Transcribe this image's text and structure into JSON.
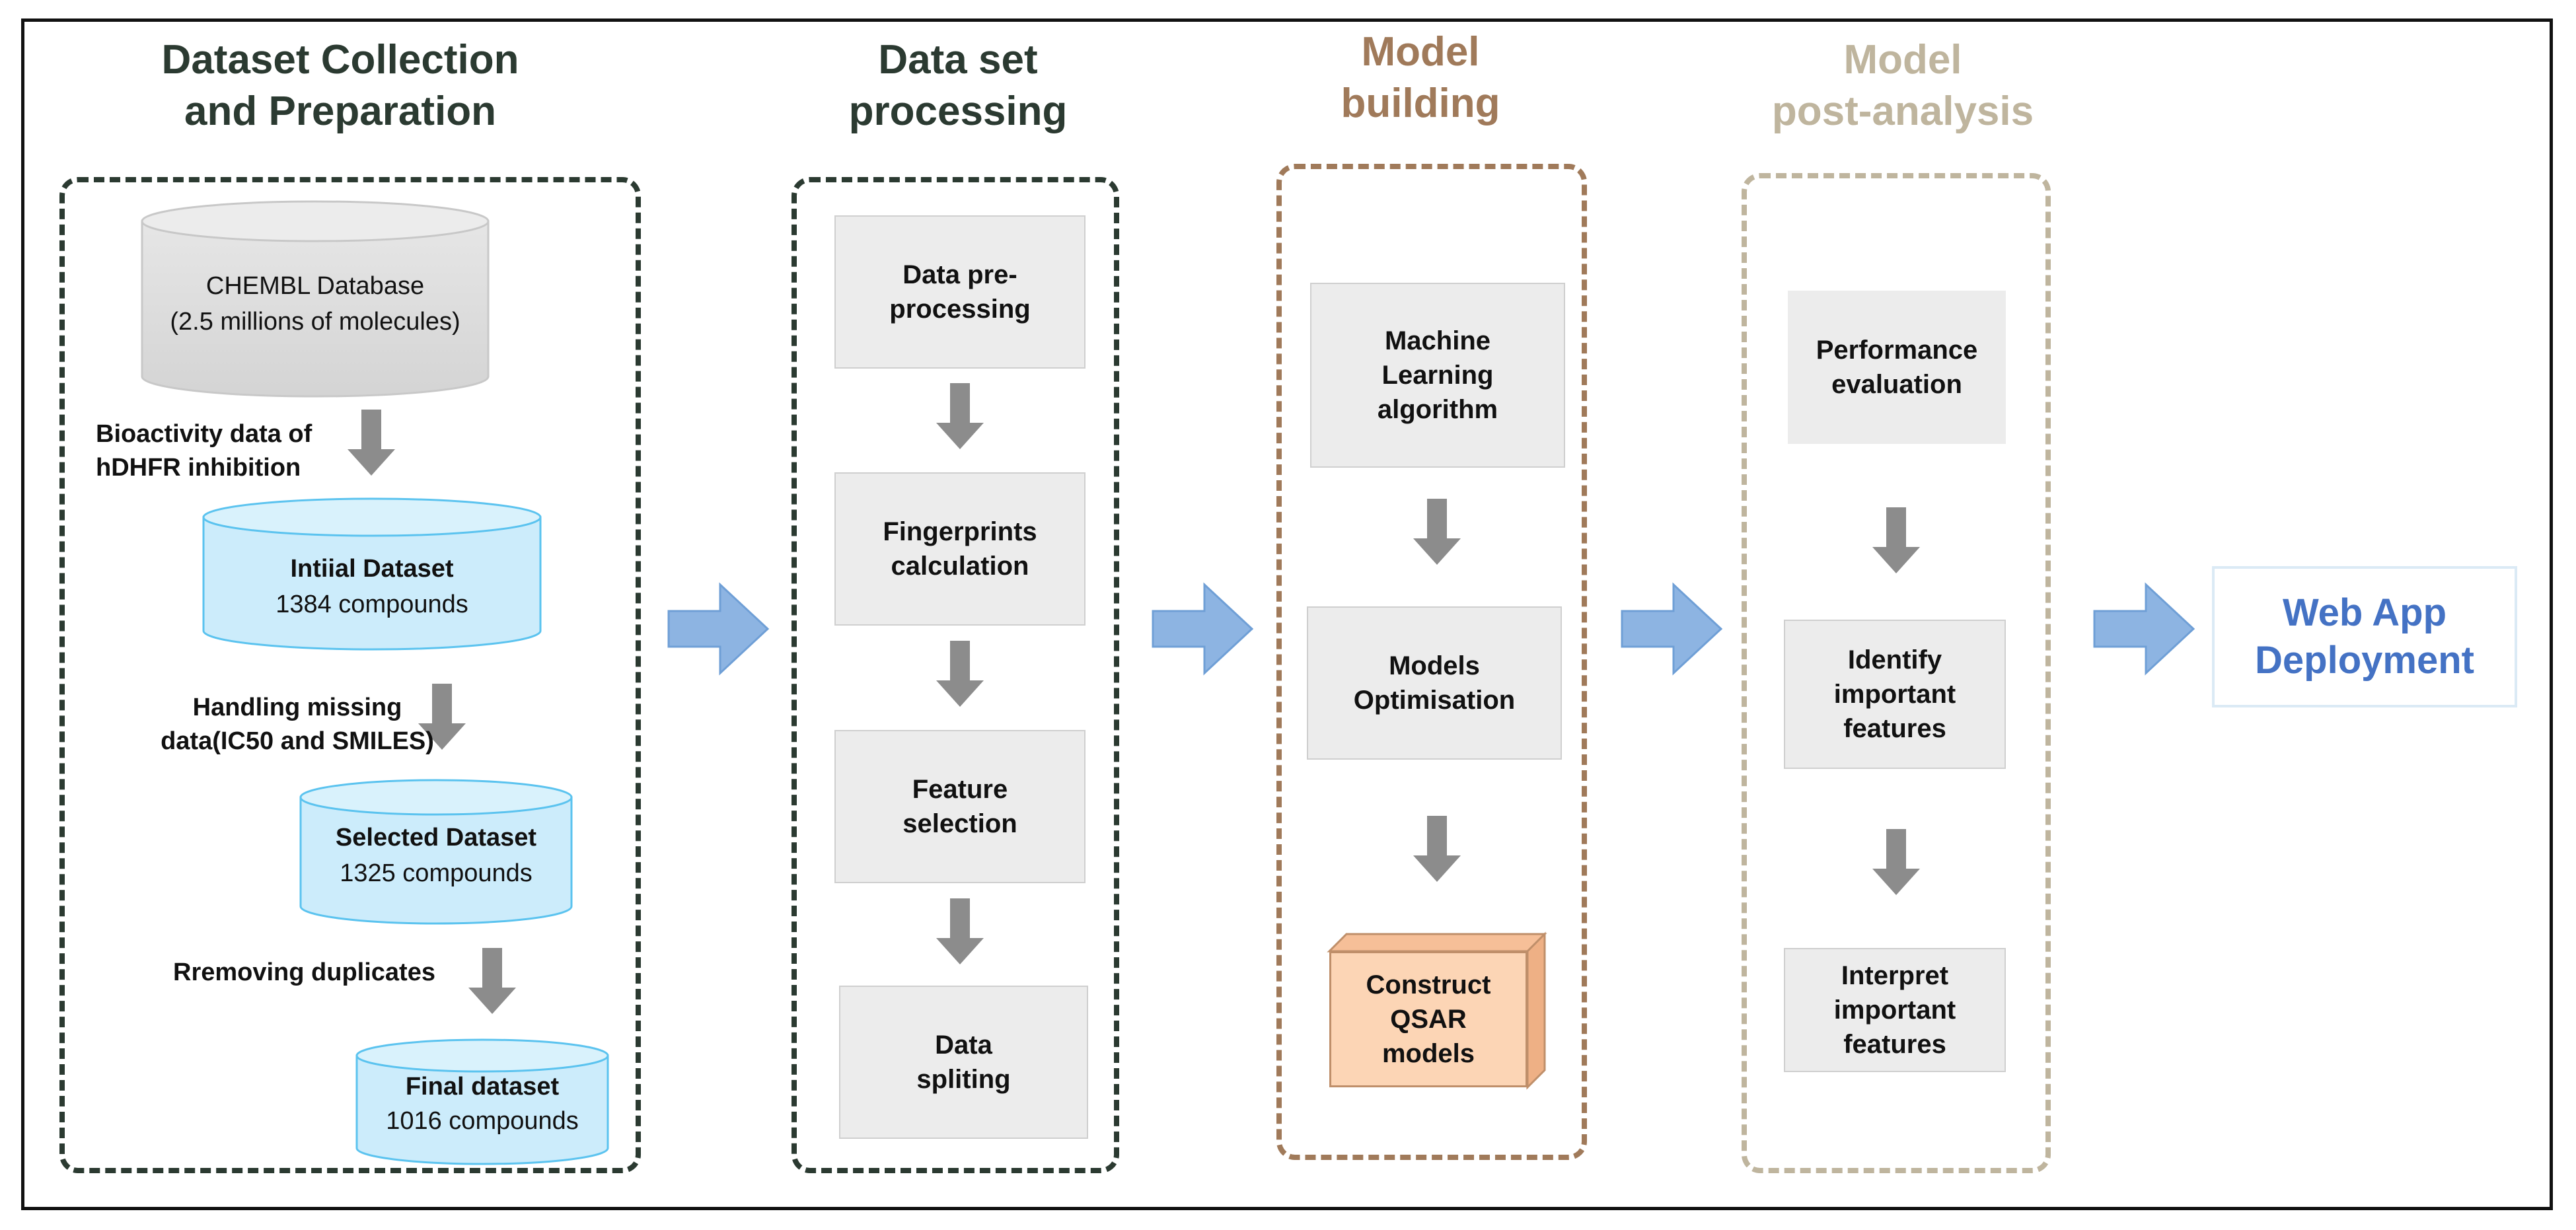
{
  "colors": {
    "dark_green": "#2b3a31",
    "brown": "#a07a5a",
    "tan": "#bfb59e",
    "arrow_blue": "#8db4e2",
    "cyl_blue": "#ccecfb",
    "cyl_border": "#5bc3ef",
    "qsar_fill": "#fcd5b5",
    "deploy_text": "#4472c4"
  },
  "stages": [
    {
      "title": "Dataset Collection\nand Preparation"
    },
    {
      "title": "Data  set\nprocessing"
    },
    {
      "title": "Model\nbuilding"
    },
    {
      "title": "Model\npost-analysis"
    }
  ],
  "collection": {
    "database": {
      "name": "CHEMBL Database",
      "detail": "(2.5 millions of molecules)"
    },
    "step1_label": "Bioactivity data of\nhDHFR inhibition",
    "initial": {
      "name": "Intiial Dataset",
      "count": "1384  compounds"
    },
    "step2_label": "Handling missing\ndata(IC50 and SMILES)",
    "selected": {
      "name": "Selected Dataset",
      "count": "1325 compounds"
    },
    "step3_label": "Rremoving duplicates",
    "final": {
      "name": "Final dataset",
      "count": "1016 compounds"
    }
  },
  "processing": {
    "steps": [
      "Data pre-\nprocessing",
      "Fingerprints\ncalculation",
      "Feature\nselection",
      "Data\nspliting"
    ]
  },
  "building": {
    "steps": [
      "Machine\nLearning\nalgorithm",
      "Models\nOptimisation"
    ],
    "final_step": "Construct\nQSAR\nmodels"
  },
  "post_analysis": {
    "steps": [
      "Performance\nevaluation",
      "Identify\nimportant\nfeatures",
      "Interpret\nimportant\nfeatures"
    ]
  },
  "deployment": {
    "label": "Web App\nDeployment"
  }
}
